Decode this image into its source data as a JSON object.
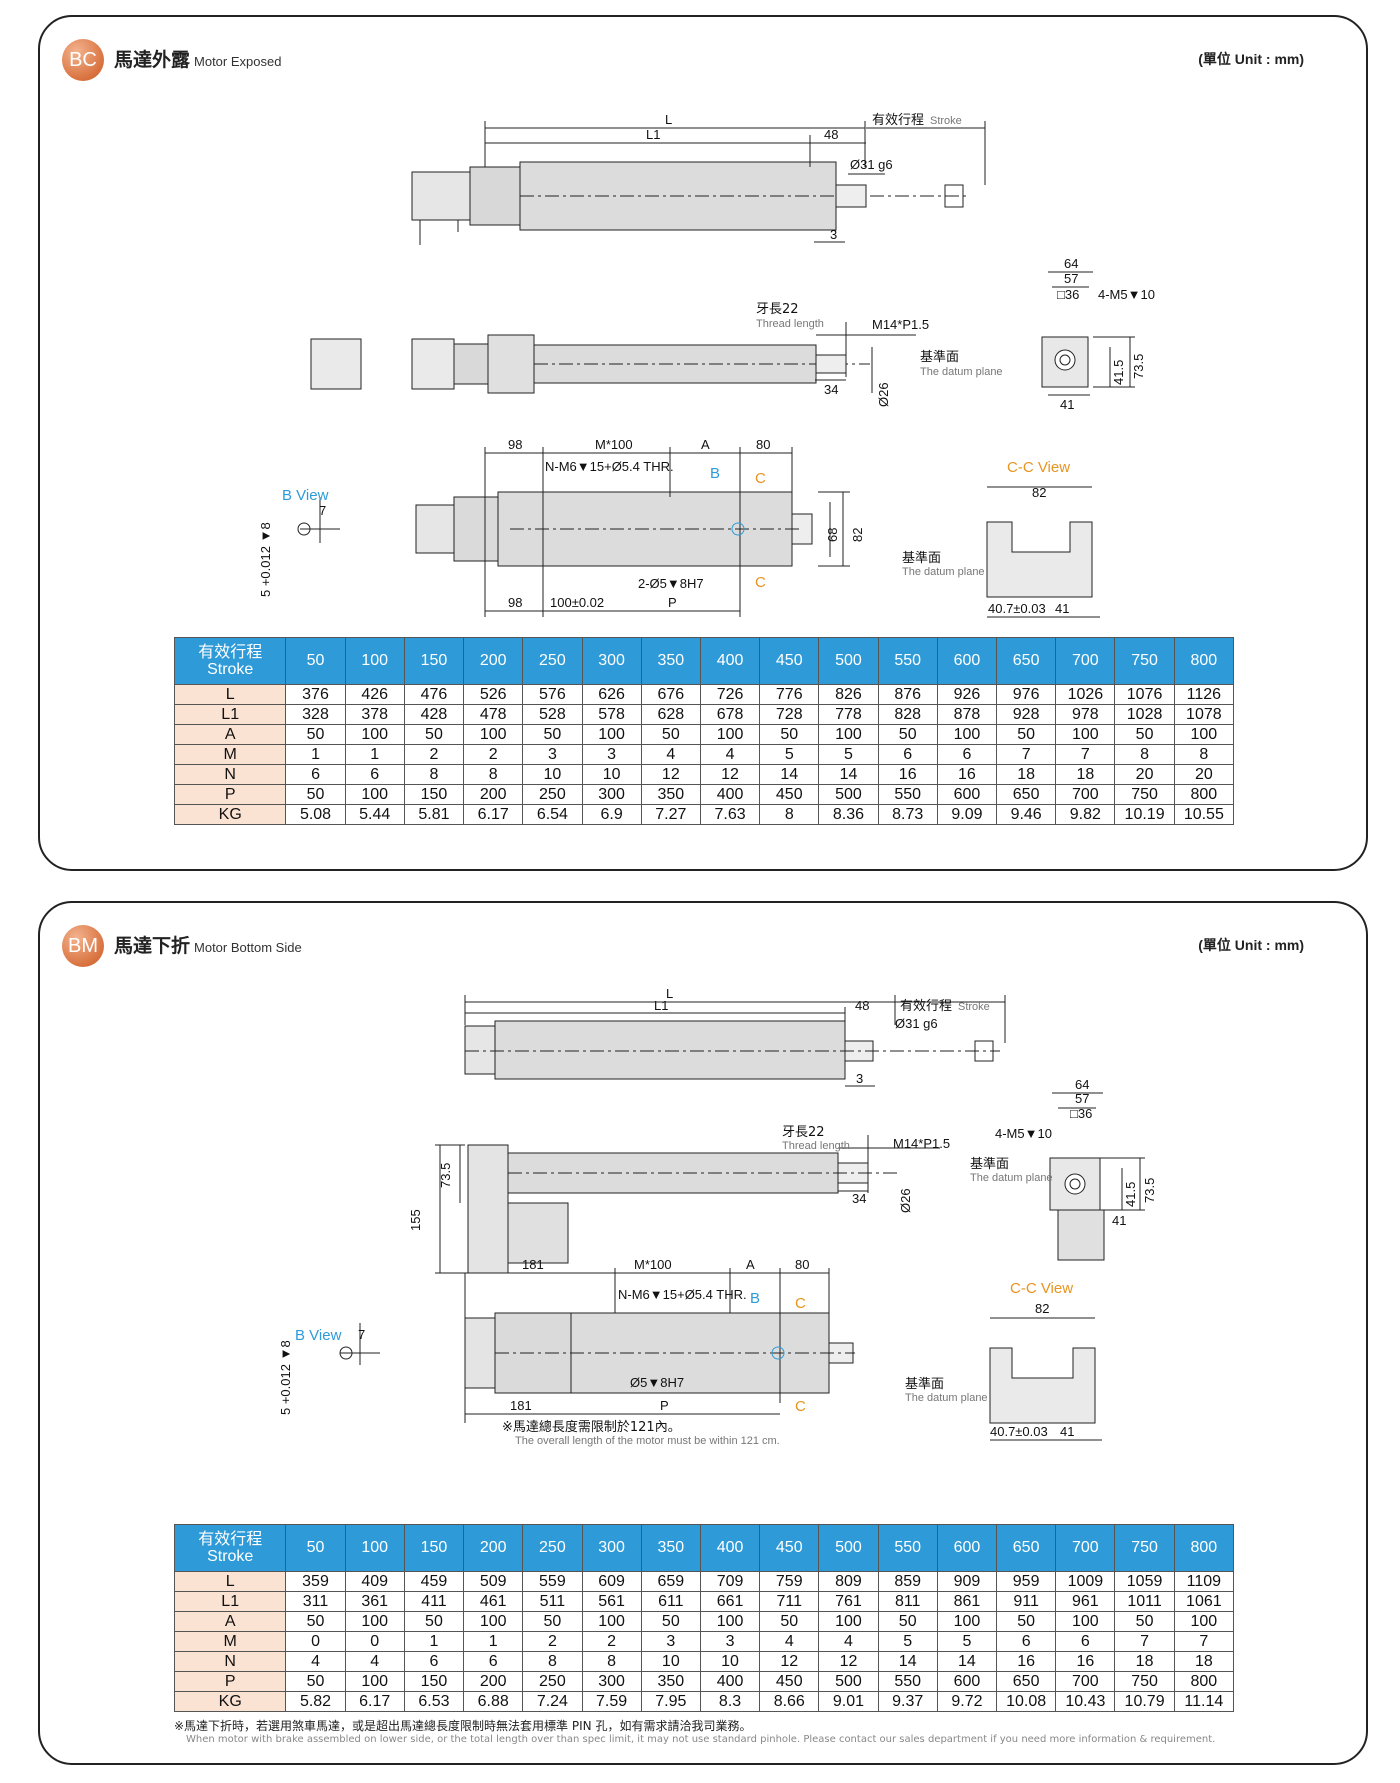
{
  "panels": [
    {
      "badge": "BC",
      "title_zh": "馬達外露",
      "title_en": "Motor Exposed",
      "unit": "(單位 Unit : mm)",
      "drawing": {
        "L": "L",
        "L1": "L1",
        "d48": "48",
        "stroke_zh": "有效行程",
        "stroke_en": "Stroke",
        "shaft": "Ø31 g6",
        "d3": "3",
        "thread_zh": "牙長22",
        "thread_en": "Thread length",
        "m14": "M14*P1.5",
        "d34": "34",
        "d26": "Ø26",
        "d64": "64",
        "d57": "57",
        "sq36": "□36",
        "m5": "4-M5▼10",
        "datum_zh": "基準面",
        "datum_en": "The datum plane",
        "d41": "41",
        "d41_5": "41.5",
        "d73_5": "73.5",
        "bview": "B View",
        "d7": "7",
        "tol": "5 +0.012 ▼8",
        "d98": "98",
        "m100": "M*100",
        "dA": "A",
        "d80": "80",
        "nm6": "N-M6▼15+Ø5.4 THR.",
        "B": "B",
        "C": "C",
        "pin": "2-Ø5▼8H7",
        "d98b": "98",
        "d100": "100±0.02",
        "P": "P",
        "d68": "68",
        "d82": "82",
        "ccview": "C-C View",
        "d82b": "82",
        "d40_7": "40.7±0.03",
        "d41b": "41"
      },
      "table": {
        "header_zh": "有效行程",
        "header_en": "Stroke",
        "strokes": [
          "50",
          "100",
          "150",
          "200",
          "250",
          "300",
          "350",
          "400",
          "450",
          "500",
          "550",
          "600",
          "650",
          "700",
          "750",
          "800"
        ],
        "rows": [
          {
            "label": "L",
            "values": [
              "376",
              "426",
              "476",
              "526",
              "576",
              "626",
              "676",
              "726",
              "776",
              "826",
              "876",
              "926",
              "976",
              "1026",
              "1076",
              "1126"
            ]
          },
          {
            "label": "L1",
            "values": [
              "328",
              "378",
              "428",
              "478",
              "528",
              "578",
              "628",
              "678",
              "728",
              "778",
              "828",
              "878",
              "928",
              "978",
              "1028",
              "1078"
            ]
          },
          {
            "label": "A",
            "values": [
              "50",
              "100",
              "50",
              "100",
              "50",
              "100",
              "50",
              "100",
              "50",
              "100",
              "50",
              "100",
              "50",
              "100",
              "50",
              "100"
            ]
          },
          {
            "label": "M",
            "values": [
              "1",
              "1",
              "2",
              "2",
              "3",
              "3",
              "4",
              "4",
              "5",
              "5",
              "6",
              "6",
              "7",
              "7",
              "8",
              "8"
            ]
          },
          {
            "label": "N",
            "values": [
              "6",
              "6",
              "8",
              "8",
              "10",
              "10",
              "12",
              "12",
              "14",
              "14",
              "16",
              "16",
              "18",
              "18",
              "20",
              "20"
            ]
          },
          {
            "label": "P",
            "values": [
              "50",
              "100",
              "150",
              "200",
              "250",
              "300",
              "350",
              "400",
              "450",
              "500",
              "550",
              "600",
              "650",
              "700",
              "750",
              "800"
            ]
          },
          {
            "label": "KG",
            "values": [
              "5.08",
              "5.44",
              "5.81",
              "6.17",
              "6.54",
              "6.9",
              "7.27",
              "7.63",
              "8",
              "8.36",
              "8.73",
              "9.09",
              "9.46",
              "9.82",
              "10.19",
              "10.55"
            ]
          }
        ]
      }
    },
    {
      "badge": "BM",
      "title_zh": "馬達下折",
      "title_en": "Motor Bottom Side",
      "unit": "(單位 Unit : mm)",
      "drawing": {
        "L": "L",
        "L1": "L1",
        "d48": "48",
        "stroke_zh": "有效行程",
        "stroke_en": "Stroke",
        "shaft": "Ø31 g6",
        "d3": "3",
        "thread_zh": "牙長22",
        "thread_en": "Thread length",
        "m14": "M14*P1.5",
        "d34": "34",
        "d26": "Ø26",
        "d155": "155",
        "d73_5": "73.5",
        "d64": "64",
        "d57": "57",
        "sq36": "□36",
        "m5": "4-M5▼10",
        "datum_zh": "基準面",
        "datum_en": "The datum plane",
        "d41_5": "41.5",
        "d73_5b": "73.5",
        "d41": "41",
        "bview": "B View",
        "d7": "7",
        "tol": "5 +0.012 ▼8",
        "d181": "181",
        "m100": "M*100",
        "dA": "A",
        "d80": "80",
        "nm6": "N-M6▼15+Ø5.4 THR.",
        "B": "B",
        "C": "C",
        "pin": "Ø5▼8H7",
        "d181b": "181",
        "P": "P",
        "motor_note_zh": "※馬達總長度需限制於121內。",
        "motor_note_en": "The overall length of the motor must be within 121 cm.",
        "ccview": "C-C View",
        "d82b": "82",
        "d40_7": "40.7±0.03",
        "d41b": "41"
      },
      "table": {
        "header_zh": "有效行程",
        "header_en": "Stroke",
        "strokes": [
          "50",
          "100",
          "150",
          "200",
          "250",
          "300",
          "350",
          "400",
          "450",
          "500",
          "550",
          "600",
          "650",
          "700",
          "750",
          "800"
        ],
        "rows": [
          {
            "label": "L",
            "values": [
              "359",
              "409",
              "459",
              "509",
              "559",
              "609",
              "659",
              "709",
              "759",
              "809",
              "859",
              "909",
              "959",
              "1009",
              "1059",
              "1109"
            ]
          },
          {
            "label": "L1",
            "values": [
              "311",
              "361",
              "411",
              "461",
              "511",
              "561",
              "611",
              "661",
              "711",
              "761",
              "811",
              "861",
              "911",
              "961",
              "1011",
              "1061"
            ]
          },
          {
            "label": "A",
            "values": [
              "50",
              "100",
              "50",
              "100",
              "50",
              "100",
              "50",
              "100",
              "50",
              "100",
              "50",
              "100",
              "50",
              "100",
              "50",
              "100"
            ]
          },
          {
            "label": "M",
            "values": [
              "0",
              "0",
              "1",
              "1",
              "2",
              "2",
              "3",
              "3",
              "4",
              "4",
              "5",
              "5",
              "6",
              "6",
              "7",
              "7"
            ]
          },
          {
            "label": "N",
            "values": [
              "4",
              "4",
              "6",
              "6",
              "8",
              "8",
              "10",
              "10",
              "12",
              "12",
              "14",
              "14",
              "16",
              "16",
              "18",
              "18"
            ]
          },
          {
            "label": "P",
            "values": [
              "50",
              "100",
              "150",
              "200",
              "250",
              "300",
              "350",
              "400",
              "450",
              "500",
              "550",
              "600",
              "650",
              "700",
              "750",
              "800"
            ]
          },
          {
            "label": "KG",
            "values": [
              "5.82",
              "6.17",
              "6.53",
              "6.88",
              "7.24",
              "7.59",
              "7.95",
              "8.3",
              "8.66",
              "9.01",
              "9.37",
              "9.72",
              "10.08",
              "10.43",
              "10.79",
              "11.14"
            ]
          }
        ]
      },
      "footnote_zh": "※馬達下折時，若選用煞車馬達，或是超出馬達總長度限制時無法套用標準 PIN 孔，如有需求請洽我司業務。",
      "footnote_en": "When motor with brake assembled on lower side, or the total length over than spec limit, it may not use standard pinhole. Please contact our sales department if you need more information & requirement."
    }
  ]
}
